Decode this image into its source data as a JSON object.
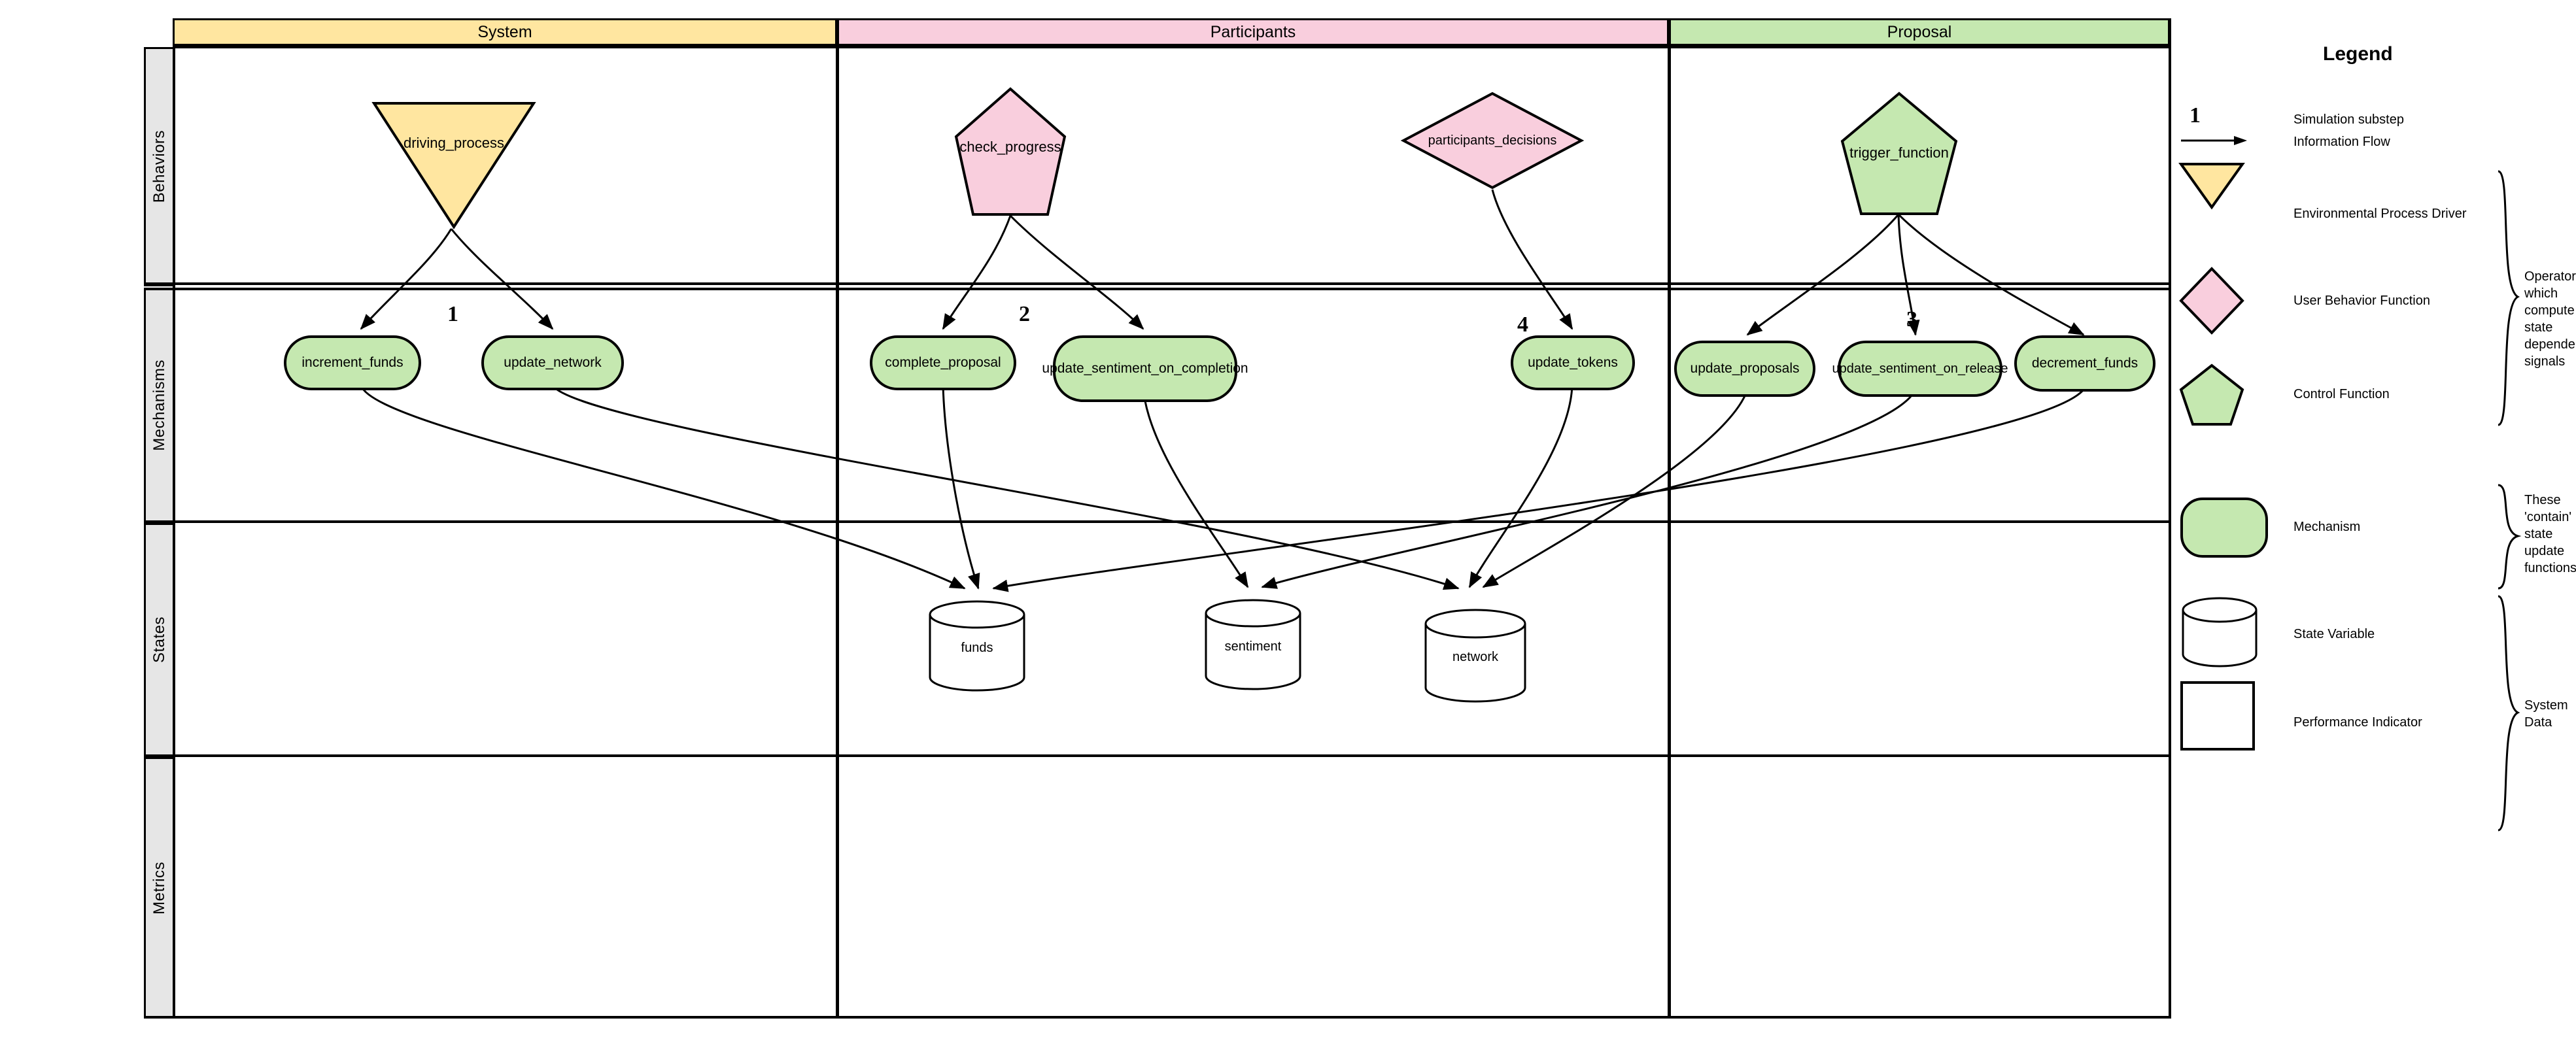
{
  "diagram": {
    "columns": [
      {
        "id": "system",
        "label": "System",
        "color": "#ffe6a0"
      },
      {
        "id": "participants",
        "label": "Participants",
        "color": "#f9cedd"
      },
      {
        "id": "proposal",
        "label": "Proposal",
        "color": "#c5e8b0"
      }
    ],
    "rows": [
      {
        "id": "behaviors",
        "label": "Behaviors"
      },
      {
        "id": "mechanisms",
        "label": "Mechanisms"
      },
      {
        "id": "states",
        "label": "States"
      },
      {
        "id": "metrics",
        "label": "Metrics"
      }
    ],
    "behaviors": [
      {
        "id": "driving_process",
        "label": "driving_process",
        "shape": "triangle",
        "column": "System"
      },
      {
        "id": "check_progress",
        "label": "check_progress",
        "shape": "pentagon",
        "column": "Participants"
      },
      {
        "id": "participants_decisions",
        "label": "participants_decisions",
        "shape": "diamond",
        "column": "Participants"
      },
      {
        "id": "trigger_function",
        "label": "trigger_function",
        "shape": "pentagon",
        "column": "Proposal"
      }
    ],
    "mechanisms": [
      {
        "id": "increment_funds",
        "label": "increment_funds",
        "column": "System"
      },
      {
        "id": "update_network",
        "label": "update_network",
        "column": "System"
      },
      {
        "id": "complete_proposal",
        "label": "complete_proposal",
        "column": "Participants"
      },
      {
        "id": "update_sentiment_on_completion",
        "label": "update_sentiment_on_completion",
        "column": "Participants"
      },
      {
        "id": "update_tokens",
        "label": "update_tokens",
        "column": "Participants"
      },
      {
        "id": "update_proposals",
        "label": "update_proposals",
        "column": "Proposal"
      },
      {
        "id": "update_sentiment_on_release",
        "label": "update_sentiment_on_release",
        "column": "Proposal"
      },
      {
        "id": "decrement_funds",
        "label": "decrement_funds",
        "column": "Proposal"
      }
    ],
    "states": [
      {
        "id": "funds",
        "label": "funds"
      },
      {
        "id": "sentiment",
        "label": "sentiment"
      },
      {
        "id": "network",
        "label": "network"
      }
    ],
    "metrics": [],
    "substeps": [
      {
        "id": "substep-1",
        "label": "1",
        "column": "System"
      },
      {
        "id": "substep-2",
        "label": "2",
        "column": "Participants"
      },
      {
        "id": "substep-4",
        "label": "4",
        "column": "Participants"
      },
      {
        "id": "substep-3",
        "label": "3",
        "column": "Proposal"
      }
    ]
  },
  "legend": {
    "title": "Legend",
    "items": [
      {
        "id": "simulation-substep",
        "symbol": "1",
        "label": "Simulation substep"
      },
      {
        "id": "information-flow",
        "symbol": "arrow",
        "label": "Information Flow"
      },
      {
        "id": "environmental-process-driver",
        "symbol": "triangle",
        "label": "Environmental Process Driver"
      },
      {
        "id": "user-behavior-function",
        "symbol": "diamond",
        "label": "User Behavior Function"
      },
      {
        "id": "control-function",
        "symbol": "pentagon",
        "label": "Control Function"
      },
      {
        "id": "mechanism",
        "symbol": "rounded-rect",
        "label": "Mechanism"
      },
      {
        "id": "state-variable",
        "symbol": "cylinder",
        "label": "State Variable"
      },
      {
        "id": "performance-indicator",
        "symbol": "rect",
        "label": "Performance Indicator"
      }
    ],
    "brace_notes": [
      {
        "id": "operators-note",
        "text": "Operators which compute state dependent signals"
      },
      {
        "id": "mechanism-note",
        "text": "These 'contain' state update functions"
      },
      {
        "id": "system-data-note",
        "text": "System Data"
      }
    ]
  },
  "colors": {
    "system": "#ffe6a0",
    "participants": "#f9cedd",
    "proposal": "#c5e8b0",
    "mechanism": "#c5e8b0",
    "row_label_bg": "#e6e6e6",
    "stroke": "#000000"
  }
}
